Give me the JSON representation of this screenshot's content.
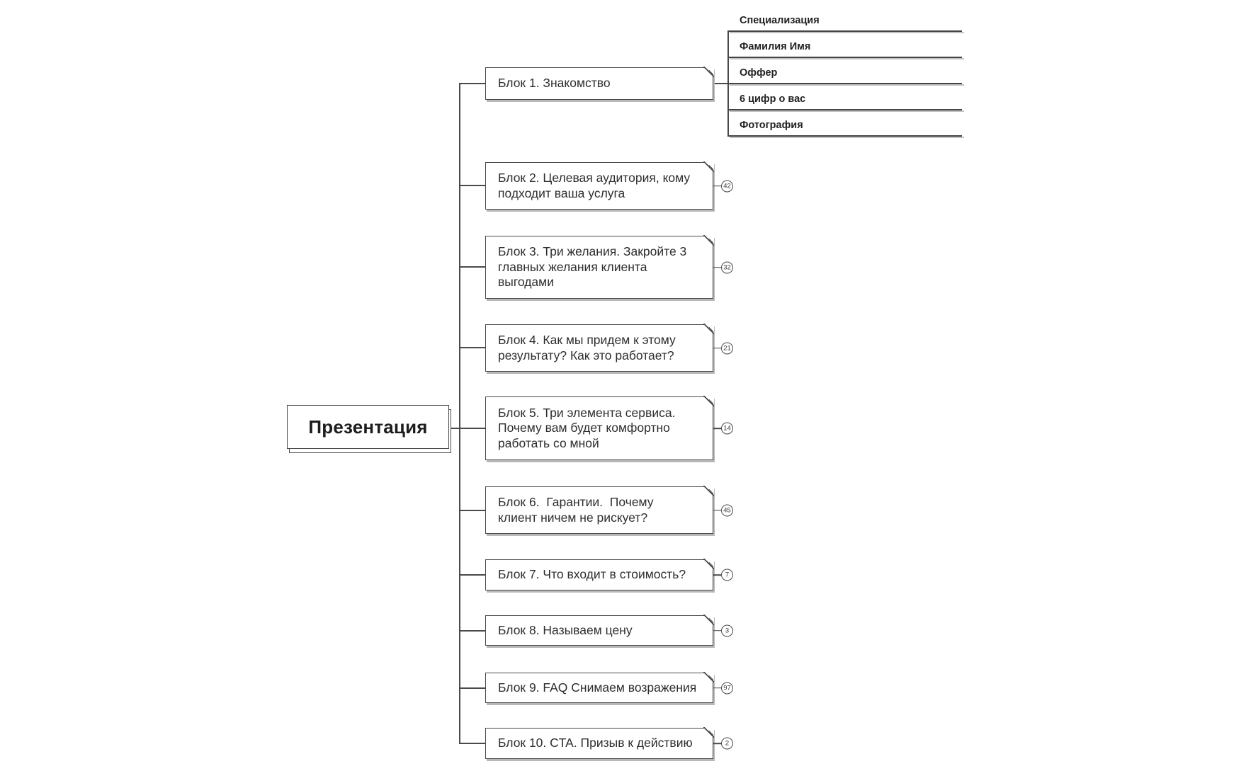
{
  "app": {
    "background": "#ffffff",
    "line_color": "#4a4a4a",
    "shadow_color": "#b8b8b8",
    "text_color": "#2e2e2e"
  },
  "central_topic": {
    "label": "Презентация"
  },
  "blocks": [
    {
      "id": 1,
      "label": "Блок 1. Знакомство",
      "badge": "",
      "children": [
        "Специализация",
        "Фамилия Имя",
        "Оффер",
        "6 цифр о вас",
        "Фотография"
      ]
    },
    {
      "id": 2,
      "label": "Блок 2. Целевая аудитория, кому подходит ваша услуга",
      "badge": "42"
    },
    {
      "id": 3,
      "label": "Блок 3. Три желания. Закройте 3 главных желания клиента выгодами",
      "badge": "32"
    },
    {
      "id": 4,
      "label": "Блок 4. Как мы придем к этому результату? Как это работает?",
      "badge": "21"
    },
    {
      "id": 5,
      "label": "Блок 5. Три элемента сервиса. Почему вам будет комфортно работать со мной",
      "badge": "14"
    },
    {
      "id": 6,
      "label": "Блок 6.  Гарантии.  Почему клиент ничем не рискует?",
      "badge": "45"
    },
    {
      "id": 7,
      "label": "Блок 7. Что входит в стоимость?",
      "badge": "7"
    },
    {
      "id": 8,
      "label": "Блок 8. Называем цену",
      "badge": "3"
    },
    {
      "id": 9,
      "label": "Блок 9. FAQ Снимаем возражения",
      "badge": "97"
    },
    {
      "id": 10,
      "label": "Блок 10. CTA. Призыв к действию",
      "badge": "2"
    }
  ]
}
